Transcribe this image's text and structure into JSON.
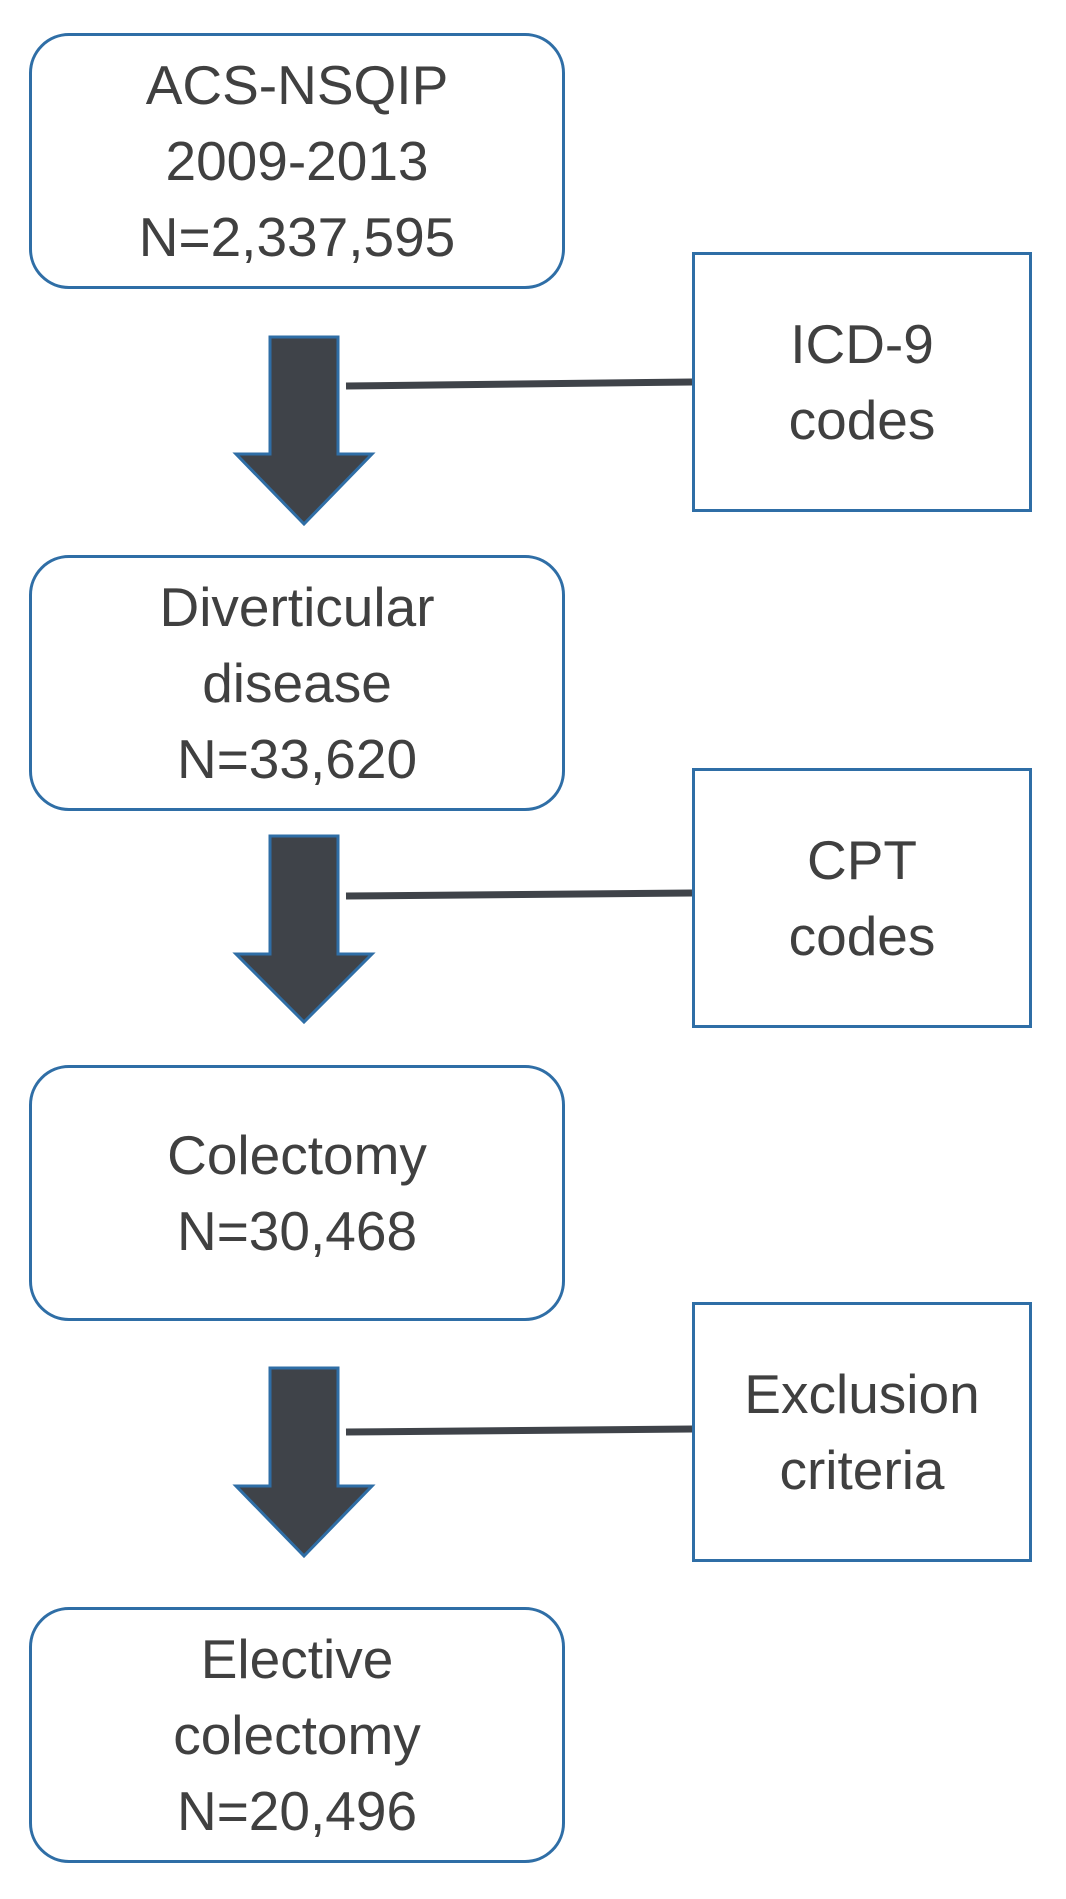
{
  "stages": [
    {
      "lines": [
        "ACS-NSQIP",
        "2009-2013",
        "N=2,337,595"
      ]
    },
    {
      "lines": [
        "Diverticular",
        "disease",
        "N=33,620"
      ]
    },
    {
      "lines": [
        "Colectomy",
        "N=30,468"
      ]
    },
    {
      "lines": [
        "Elective",
        "colectomy",
        "N=20,496"
      ]
    }
  ],
  "filters": [
    {
      "lines": [
        "ICD-9",
        "codes"
      ]
    },
    {
      "lines": [
        "CPT",
        "codes"
      ]
    },
    {
      "lines": [
        "Exclusion",
        "criteria"
      ]
    }
  ],
  "colors": {
    "box_border": "#2f6ea6",
    "arrow_fill": "#3f4349",
    "arrow_border": "#2f6ea6",
    "connector": "#3f4349",
    "text": "#404040"
  }
}
